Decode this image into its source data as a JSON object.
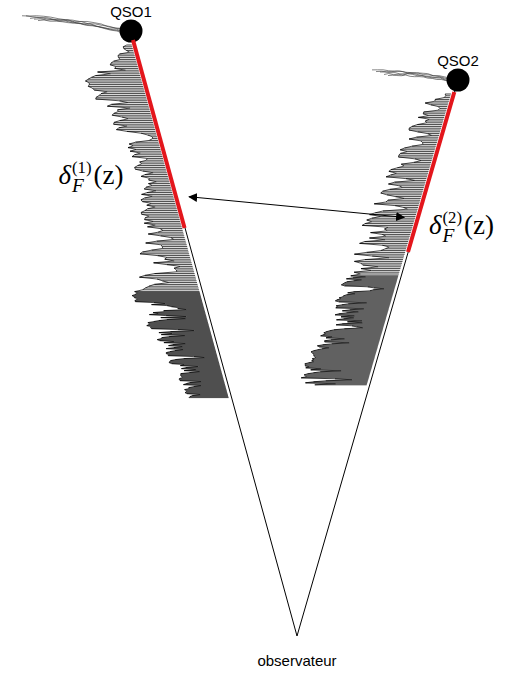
{
  "diagram": {
    "nodes": [
      {
        "text": [
          "QSO1"
        ]
      },
      {
        "text": [
          "QSO2"
        ]
      },
      {
        "text": [
          "δF(1)(z)"
        ]
      },
      {
        "text": [
          "δF(2)(z)"
        ]
      }
    ],
    "edges": [
      {
        "from": 2,
        "to": 3,
        "arrow": "both"
      }
    ],
    "labels": [
      "observateur"
    ]
  }
}
